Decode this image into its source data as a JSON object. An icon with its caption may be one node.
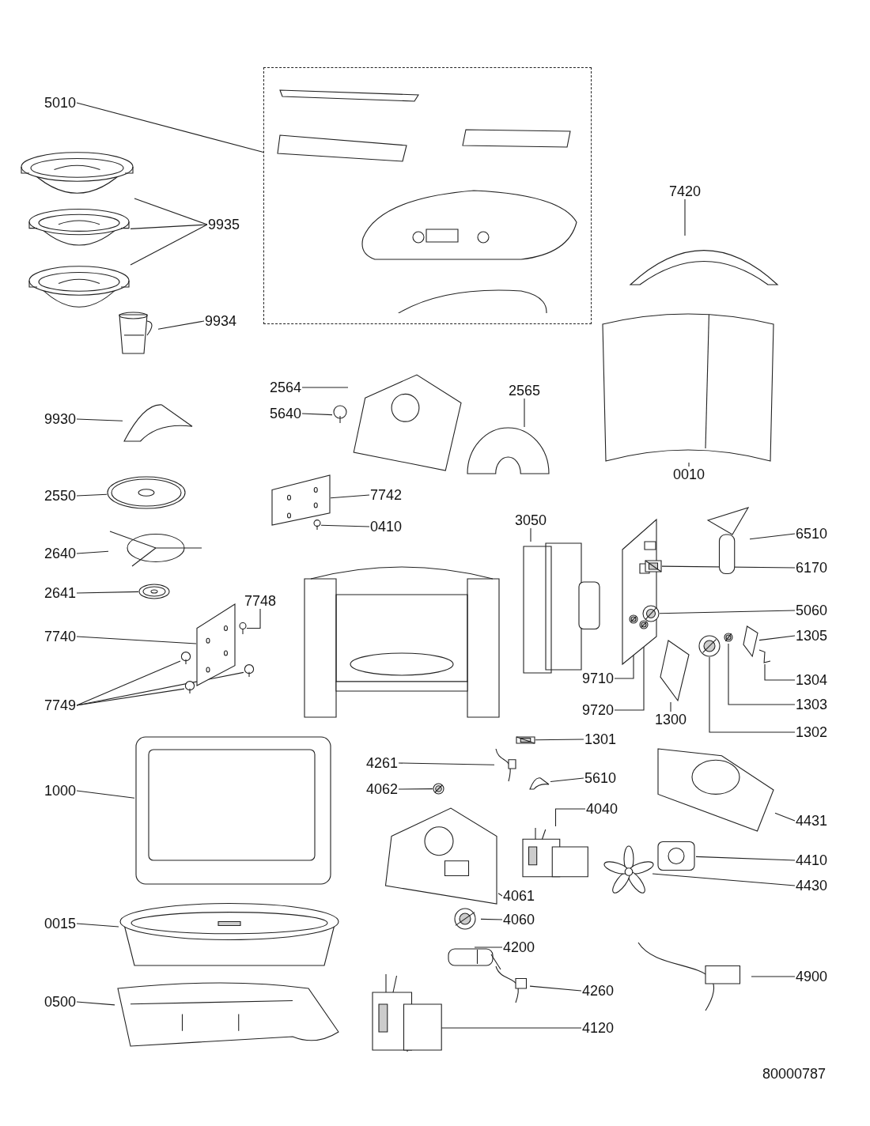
{
  "diagram": {
    "nodes": [
      {
        "text": [
          "5010"
        ]
      },
      {
        "text": [],
        "shape": "box"
      },
      {
        "text": [
          "9935"
        ]
      },
      {
        "text": [],
        "shape": "picture"
      },
      {
        "text": [],
        "shape": "picture"
      },
      {
        "text": [],
        "shape": "picture"
      },
      {
        "text": [
          "9934"
        ]
      },
      {
        "text": [],
        "shape": "picture"
      },
      {
        "text": [
          "7420"
        ]
      },
      {
        "text": [],
        "shape": "picture"
      },
      {
        "text": [
          "2564"
        ]
      },
      {
        "text": [],
        "shape": "picture"
      },
      {
        "text": [
          "5640"
        ]
      },
      {
        "text": [],
        "shape": "picture"
      },
      {
        "text": [
          "2565"
        ]
      },
      {
        "text": [],
        "shape": "picture"
      },
      {
        "text": [
          "9930"
        ]
      },
      {
        "text": [],
        "shape": "picture"
      },
      {
        "text": [
          "0010"
        ]
      },
      {
        "text": [],
        "shape": "picture"
      },
      {
        "text": [
          "2550"
        ]
      },
      {
        "text": [],
        "shape": "picture"
      },
      {
        "text": [
          "7742"
        ]
      },
      {
        "text": [],
        "shape": "picture"
      },
      {
        "text": [
          "0410"
        ]
      },
      {
        "text": [],
        "shape": "picture"
      },
      {
        "text": [
          "2640"
        ]
      },
      {
        "text": [],
        "shape": "picture"
      },
      {
        "text": [
          "3050"
        ]
      },
      {
        "text": [],
        "shape": "picture"
      },
      {
        "text": [
          "6510"
        ]
      },
      {
        "text": [],
        "shape": "picture"
      },
      {
        "text": [
          "6170"
        ]
      },
      {
        "text": [],
        "shape": "picture"
      },
      {
        "text": [
          "5060"
        ]
      },
      {
        "text": [],
        "shape": "picture"
      },
      {
        "text": [
          "2641"
        ]
      },
      {
        "text": [],
        "shape": "picture"
      },
      {
        "text": [
          "7748"
        ]
      },
      {
        "text": [],
        "shape": "picture"
      },
      {
        "text": [
          "7740"
        ]
      },
      {
        "text": [],
        "shape": "picture"
      },
      {
        "text": [
          "1305"
        ]
      },
      {
        "text": [],
        "shape": "picture"
      },
      {
        "text": [
          "9710"
        ]
      },
      {
        "text": [],
        "shape": "picture"
      },
      {
        "text": [
          "1304"
        ]
      },
      {
        "text": [],
        "shape": "picture"
      },
      {
        "text": [
          "9720"
        ]
      },
      {
        "text": [],
        "shape": "picture"
      },
      {
        "text": [
          "1303"
        ]
      },
      {
        "text": [],
        "shape": "picture"
      },
      {
        "text": [
          "1300"
        ]
      },
      {
        "text": [],
        "shape": "picture"
      },
      {
        "text": [
          "1302"
        ]
      },
      {
        "text": [],
        "shape": "picture"
      },
      {
        "text": [
          "7749"
        ]
      },
      {
        "text": [],
        "shape": "picture"
      },
      {
        "text": [],
        "shape": "picture"
      },
      {
        "text": [],
        "shape": "picture"
      },
      {
        "text": [
          "1000"
        ]
      },
      {
        "text": [],
        "shape": "picture"
      },
      {
        "text": [
          "1301"
        ]
      },
      {
        "text": [],
        "shape": "picture"
      },
      {
        "text": [
          "4261"
        ]
      },
      {
        "text": [],
        "shape": "picture"
      },
      {
        "text": [
          "5610"
        ]
      },
      {
        "text": [],
        "shape": "picture"
      },
      {
        "text": [
          "4062"
        ]
      },
      {
        "text": [],
        "shape": "picture"
      },
      {
        "text": [
          "4040"
        ]
      },
      {
        "text": [],
        "shape": "picture"
      },
      {
        "text": [
          "4431"
        ]
      },
      {
        "text": [],
        "shape": "picture"
      },
      {
        "text": [
          "4410"
        ]
      },
      {
        "text": [],
        "shape": "picture"
      },
      {
        "text": [
          "4430"
        ]
      },
      {
        "text": [],
        "shape": "picture"
      },
      {
        "text": [
          "4061"
        ]
      },
      {
        "text": [],
        "shape": "picture"
      },
      {
        "text": [
          "0015"
        ]
      },
      {
        "text": [],
        "shape": "picture"
      },
      {
        "text": [
          "4060"
        ]
      },
      {
        "text": [],
        "shape": "picture"
      },
      {
        "text": [
          "4200"
        ]
      },
      {
        "text": [],
        "shape": "picture"
      },
      {
        "text": [
          "4260"
        ]
      },
      {
        "text": [],
        "shape": "picture"
      },
      {
        "text": [
          "4900"
        ]
      },
      {
        "text": [],
        "shape": "picture"
      },
      {
        "text": [
          "0500"
        ]
      },
      {
        "text": [],
        "shape": "picture"
      },
      {
        "text": [
          "4120"
        ]
      },
      {
        "text": [],
        "shape": "picture"
      }
    ],
    "edges": [
      {
        "from": 0,
        "to": 1,
        "arrow": "none"
      },
      {
        "from": 2,
        "to": 3,
        "arrow": "none"
      },
      {
        "from": 2,
        "to": 4,
        "arrow": "none"
      },
      {
        "from": 2,
        "to": 5,
        "arrow": "none"
      },
      {
        "from": 6,
        "to": 7,
        "arrow": "none"
      },
      {
        "from": 8,
        "to": 9,
        "arrow": "none"
      },
      {
        "from": 10,
        "to": 11,
        "arrow": "none"
      },
      {
        "from": 12,
        "to": 13,
        "arrow": "none"
      },
      {
        "from": 14,
        "to": 15,
        "arrow": "none"
      },
      {
        "from": 16,
        "to": 17,
        "arrow": "none"
      },
      {
        "from": 18,
        "to": 19,
        "arrow": "none"
      },
      {
        "from": 20,
        "to": 21,
        "arrow": "none"
      },
      {
        "from": 22,
        "to": 23,
        "arrow": "none"
      },
      {
        "from": 24,
        "to": 25,
        "arrow": "none"
      },
      {
        "from": 26,
        "to": 27,
        "arrow": "none"
      },
      {
        "from": 28,
        "to": 29,
        "arrow": "none"
      },
      {
        "from": 30,
        "to": 31,
        "arrow": "none"
      },
      {
        "from": 32,
        "to": 33,
        "arrow": "none"
      },
      {
        "from": 34,
        "to": 35,
        "arrow": "none"
      },
      {
        "from": 36,
        "to": 37,
        "arrow": "none"
      },
      {
        "from": 38,
        "to": 39,
        "arrow": "none"
      },
      {
        "from": 40,
        "to": 41,
        "arrow": "none"
      },
      {
        "from": 42,
        "to": 43,
        "arrow": "none"
      },
      {
        "from": 44,
        "to": 45,
        "arrow": "none"
      },
      {
        "from": 46,
        "to": 47,
        "arrow": "none"
      },
      {
        "from": 48,
        "to": 49,
        "arrow": "none"
      },
      {
        "from": 50,
        "to": 51,
        "arrow": "none"
      },
      {
        "from": 52,
        "to": 53,
        "arrow": "none"
      },
      {
        "from": 54,
        "to": 55,
        "arrow": "none"
      },
      {
        "from": 56,
        "to": 57,
        "arrow": "none"
      },
      {
        "from": 56,
        "to": 58,
        "arrow": "none"
      },
      {
        "from": 56,
        "to": 59,
        "arrow": "none"
      },
      {
        "from": 60,
        "to": 61,
        "arrow": "none"
      },
      {
        "from": 62,
        "to": 63,
        "arrow": "none"
      },
      {
        "from": 64,
        "to": 65,
        "arrow": "none"
      },
      {
        "from": 66,
        "to": 67,
        "arrow": "none"
      },
      {
        "from": 68,
        "to": 69,
        "arrow": "none"
      },
      {
        "from": 70,
        "to": 71,
        "arrow": "none"
      },
      {
        "from": 72,
        "to": 73,
        "arrow": "none"
      },
      {
        "from": 74,
        "to": 75,
        "arrow": "none"
      },
      {
        "from": 76,
        "to": 77,
        "arrow": "none"
      },
      {
        "from": 78,
        "to": 79,
        "arrow": "none"
      },
      {
        "from": 80,
        "to": 81,
        "arrow": "none"
      },
      {
        "from": 82,
        "to": 83,
        "arrow": "none"
      },
      {
        "from": 84,
        "to": 85,
        "arrow": "none"
      },
      {
        "from": 86,
        "to": 87,
        "arrow": "none"
      },
      {
        "from": 88,
        "to": 89,
        "arrow": "none"
      },
      {
        "from": 90,
        "to": 91,
        "arrow": "none"
      },
      {
        "from": 92,
        "to": 93,
        "arrow": "none"
      }
    ],
    "labels": [
      "80000787"
    ]
  }
}
